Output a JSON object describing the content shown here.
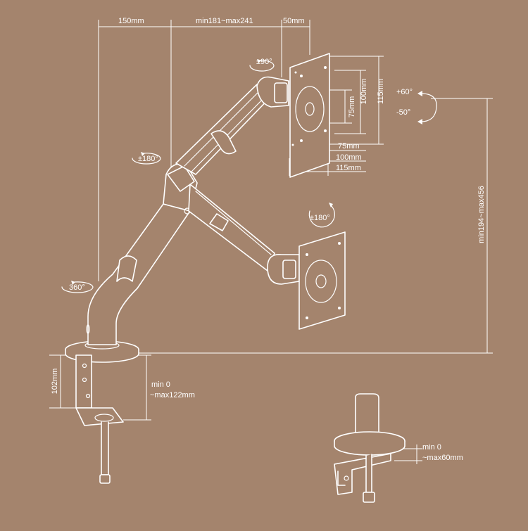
{
  "colors": {
    "background": "#a4846d",
    "line": "#ffffff"
  },
  "dimensions": {
    "arm_reach": "150mm",
    "arm_extension": "min181~max241",
    "vesa_offset": "50mm",
    "vesa_75": "75mm",
    "vesa_100": "100mm",
    "vesa_115": "115mm",
    "height_range": "min194~max456",
    "clamp_height": "102mm",
    "clamp_min": "min 0",
    "clamp_max": "~max122mm",
    "grommet_min": "min 0",
    "grommet_max": "~max60mm"
  },
  "rotations": {
    "tilt_up": "+60°",
    "tilt_down": "-50°",
    "rotate_top": "±90°",
    "swivel_elbow": "±180°",
    "swivel_head": "±180°",
    "base_rotation": "360°"
  },
  "icons": [
    "rotation-arrow-icon",
    "tilt-arrow-icon"
  ]
}
